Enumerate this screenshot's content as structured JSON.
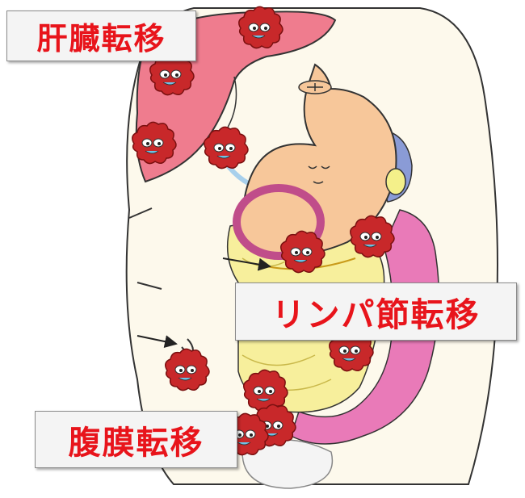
{
  "labels": {
    "liver_metastasis": "肝臓転移",
    "lymph_node_metastasis": "リンパ節転移",
    "peritoneal_metastasis": "腹膜転移"
  },
  "colors": {
    "label_text": "#e8141b",
    "label_bg": "#f4f4f4",
    "tumor": "#c8282a",
    "liver": "#ef7c8e",
    "stomach": "#f7c79a",
    "intestine": "#f7ef9c",
    "colon": "#e97ab8",
    "pancreas": "#f4f08a",
    "spleen": "#8a9bd6",
    "gallbladder": "#a8d0ec",
    "body_outline": "#fdf9ec"
  },
  "icons": [
    "tumor-cell-icon",
    "arrow-icon",
    "stomach-face-icon"
  ]
}
